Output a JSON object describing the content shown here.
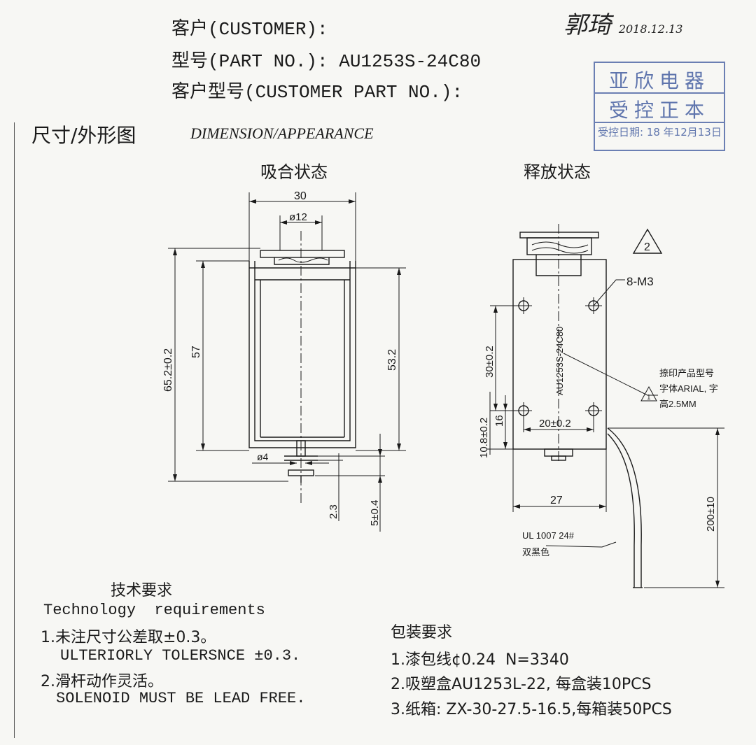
{
  "header": {
    "customer_label": "客户(CUSTOMER):",
    "part_no_label": "型号(PART NO.): AU1253S-24C80",
    "customer_part_label": "客户型号(CUSTOMER PART NO.):"
  },
  "signature": {
    "name": "郭琦",
    "date": "2018.12.13"
  },
  "stamp": {
    "line1": "亚欣电器",
    "line2": "受控正本",
    "line3": "受控日期: 18 年12月13日",
    "color": "#5f75ad"
  },
  "section": {
    "title_cn": "尺寸/外形图",
    "title_en": "DIMENSION/APPEARANCE"
  },
  "left_view": {
    "title": "吸合状态",
    "dims": {
      "width": "30",
      "dia": "ø12",
      "height_total": "65.2±0.2",
      "height_57": "57",
      "height_53": "53.2",
      "shaft_dia": "ø4",
      "stroke_23": "2.3",
      "stroke_5": "5±0.4"
    }
  },
  "right_view": {
    "title": "释放状态",
    "rev_mark": "2",
    "note_mark": "1",
    "screw": "8-M3",
    "marking": "AU1253S-24C80",
    "dims": {
      "h30": "30±0.2",
      "h16": "16",
      "h108": "10.8±0.2",
      "w20": "20±0.2",
      "w27": "27",
      "lead": "200±10"
    },
    "print_note": [
      "捺印产品型号",
      "字体ARIAL, 字",
      "高2.5MM"
    ],
    "wire_note": [
      "UL 1007 24#",
      "双黑色"
    ]
  },
  "tech": {
    "title_cn": "技术要求",
    "title_en": "Technology  requirements",
    "item1_cn": "1.未注尺寸公差取±0.3。",
    "item1_en": "ULTERIORLY TOLERSNCE ±0.3.",
    "item2_cn": "2.滑杆动作灵活。",
    "item2_en": "SOLENOID MUST BE LEAD FREE."
  },
  "packing": {
    "title": "包装要求",
    "item1": "1.漆包线¢0.24  N=3340",
    "item2": "2.吸塑盒AU1253L-22, 每盒装10PCS",
    "item3": "3.纸箱: ZX-30-27.5-16.5,每箱装50PCS"
  }
}
